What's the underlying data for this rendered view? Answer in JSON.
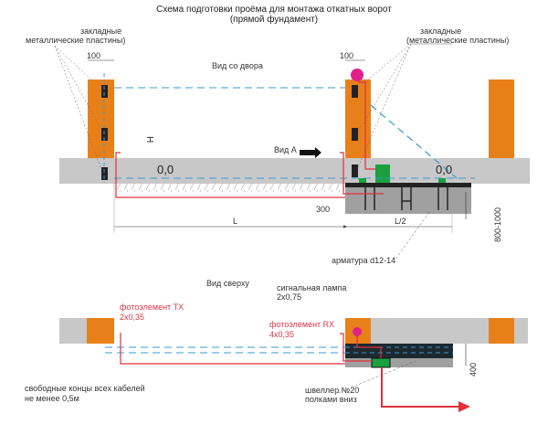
{
  "title": {
    "line1": "Схема подготовки проёма для монтажа откатных ворот",
    "line2": "(прямой фундамент)"
  },
  "labels": {
    "embedded_left_line1": "закладные",
    "embedded_left_line2": "металлические пластины)",
    "embedded_right_line1": "закладные",
    "embedded_right_line2": "(металлические пластины)",
    "dim_100_left": "100",
    "dim_100_right": "100",
    "view_yard": "Вид со двора",
    "height_H": "H",
    "view_A": "Вид А",
    "level_left": "0,0",
    "level_right": "0,0",
    "dim_300": "300",
    "dim_L": "L",
    "dim_L2": "L/2",
    "dim_depth": "800-1000",
    "rebar": "арматура d12-14",
    "view_top": "Вид сверху",
    "signal_lamp_line1": "сигнальная лампа",
    "signal_lamp_line2": "2х0,75",
    "photo_tx_line1": "фотоэлемент ТХ",
    "photo_tx_line2": "2х0,35",
    "photo_rx_line1": "фотоэлемент RX",
    "photo_rx_line2": "4х0,35",
    "free_ends_line1": "свободные концы всех кабелей",
    "free_ends_line2": "не менее 0,5м",
    "channel_line1": "швеллер №20",
    "channel_line2": "полками вниз",
    "dim_400": "400"
  },
  "colors": {
    "pillar": "#e8801a",
    "ground": "#c8c8c8",
    "cable": "#e0303a",
    "dashed": "#3a9ad0",
    "motor": "#1aa040",
    "lamp": "#e0208a",
    "foundation": "#a0a0a0"
  }
}
